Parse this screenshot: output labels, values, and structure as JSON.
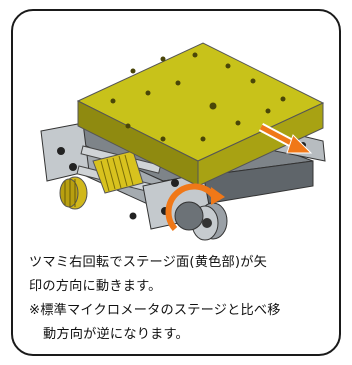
{
  "caption": {
    "line1": "ツマミ右回転でステージ面(黄色部)が矢",
    "line2": "印の方向に動きます。",
    "line3": "※標準マイクロメータのステージと比べ移",
    "line4": "動方向が逆になります。"
  },
  "colors": {
    "stage_top": "#c8c21a",
    "stage_side": "#8f8a10",
    "metal": "#9aa0a6",
    "arrow": "#f07818",
    "border": "#1a1a1a"
  },
  "icons": [
    "stage-illustration-icon",
    "direction-arrow-icon",
    "rotation-arrow-icon"
  ]
}
